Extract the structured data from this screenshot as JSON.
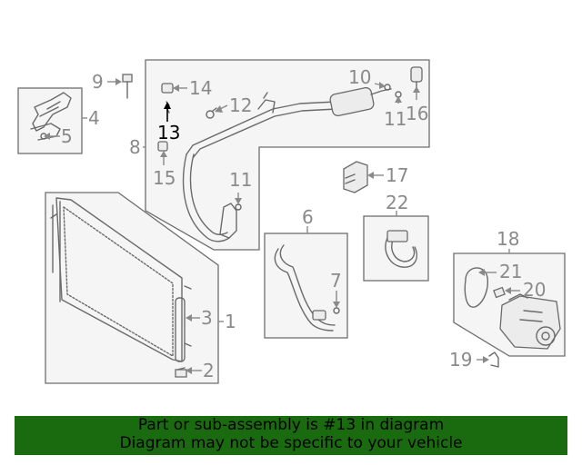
{
  "callouts": {
    "c1": "1",
    "c2": "2",
    "c3": "3",
    "c4": "4",
    "c5": "5",
    "c6": "6",
    "c7": "7",
    "c8": "8",
    "c9": "9",
    "c10": "10",
    "c11a": "11",
    "c11b": "11",
    "c12": "12",
    "c13": "13",
    "c14": "14",
    "c15": "15",
    "c16": "16",
    "c17": "17",
    "c18": "18",
    "c19": "19",
    "c20": "20",
    "c21": "21",
    "c22": "22"
  },
  "highlighted_part": "13",
  "colors": {
    "banner_bg": "#1a6b0f",
    "callout_gray": "#8a8a8a",
    "highlight": "#000000"
  },
  "banner": {
    "line1": "Part or sub-assembly is #13 in diagram",
    "line2": "Diagram may not be specific to your vehicle"
  }
}
